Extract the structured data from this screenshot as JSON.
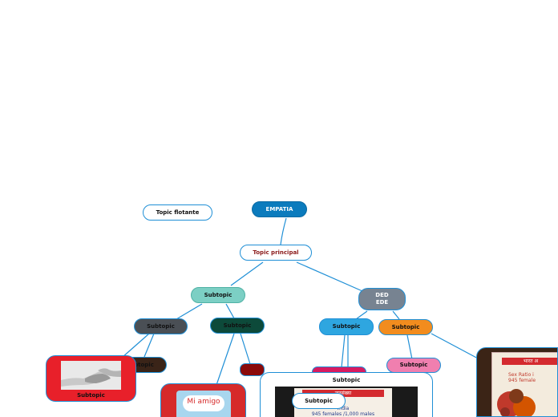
{
  "root": {
    "label": "EMPATIA",
    "color": "#0b7bbd"
  },
  "floating": {
    "label": "Topic flotante"
  },
  "main_topic": {
    "label": "Topic principal",
    "color": "#8b1a1a"
  },
  "level1": {
    "left": {
      "label": "Subtopic",
      "color": "#7ccfc4"
    },
    "right": {
      "label": "DED\nEDE",
      "color": "#778391"
    }
  },
  "level2": {
    "dark_gray": {
      "label": "Subtopic",
      "color": "#4a4f55"
    },
    "dark_green": {
      "label": "Subtopic",
      "color": "#0d4a3a"
    },
    "blue": {
      "label": "Subtopic",
      "color": "#2ea6e0"
    },
    "orange": {
      "label": "Subtopic",
      "color": "#f28c1e"
    }
  },
  "level3": {
    "brown": {
      "label": "Subtopic",
      "color": "#3a2418"
    },
    "dark_red": {
      "label": "",
      "color": "#8b0a0a"
    },
    "pink": {
      "label": "Subtopic",
      "color": "#f07faf"
    },
    "magenta": {
      "label": "",
      "color": "#d81b60"
    }
  },
  "cards": {
    "red_card": {
      "label": "Subtopic",
      "color": "#e8202a"
    },
    "amigo_card": {
      "label": "Mi amigo",
      "color": "#d62a2a"
    },
    "slide_card": {
      "label": "Subtopic",
      "inner_label": "Subtopic",
      "lines": [
        "जनसंख्या",
        "India",
        "945 females /1,000 males"
      ]
    },
    "brown_card": {
      "color": "#3b2416",
      "lines": [
        "भारत अ",
        "Sex Ratio i",
        "945 female"
      ]
    }
  }
}
